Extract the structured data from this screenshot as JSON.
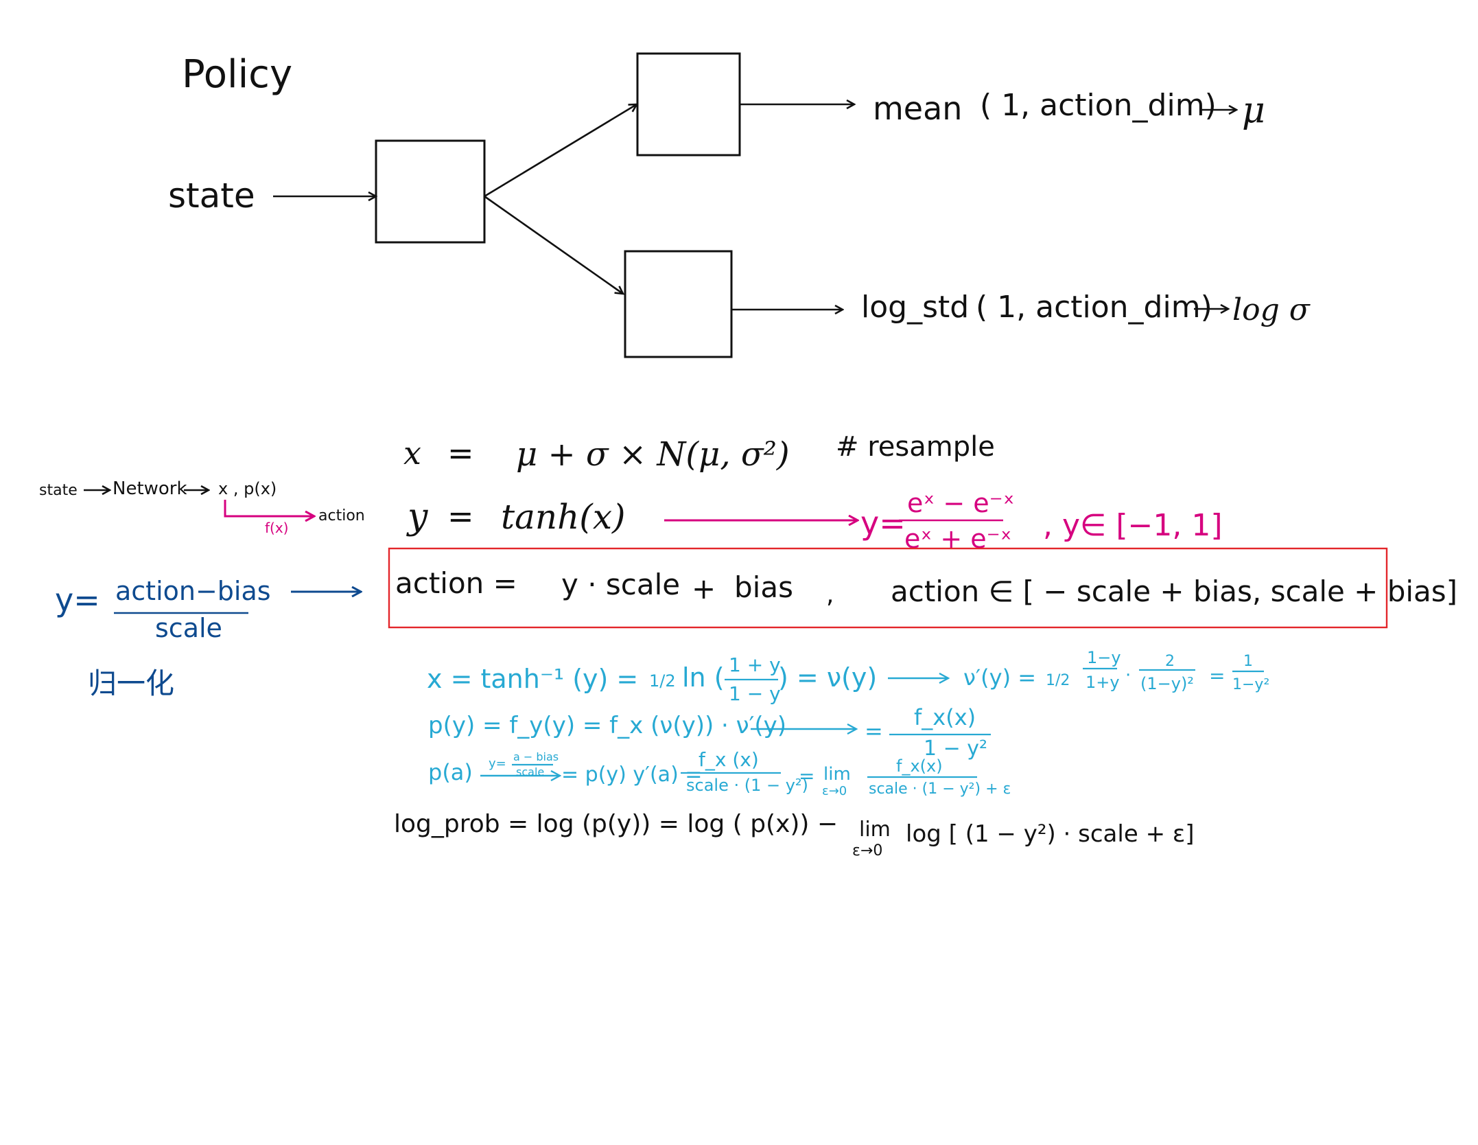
{
  "colors": {
    "ink": "#111111",
    "blue": "#27a9d3",
    "navy": "#0e4a8f",
    "magenta": "#d6007f",
    "red_box": "#e3262b"
  },
  "diagram": {
    "title": "Policy",
    "input_label": "state",
    "mean_label": "mean",
    "mean_shape": "( 1, action_dim)",
    "mean_symbol": "μ",
    "logstd_label": "log_std",
    "logstd_shape": "( 1, action_dim)",
    "logstd_symbol": "log σ"
  },
  "pipeline": {
    "state": "state",
    "network": "Network",
    "xp": "x , p(x)",
    "fx": "f(x)",
    "action": "action"
  },
  "normalize": {
    "y_eq": "y=",
    "numerator": "action−bias",
    "denominator": "scale",
    "caption": "归一化"
  },
  "equations": {
    "resample_lhs": "x",
    "resample_rhs": "μ + σ × N(μ, σ²)",
    "resample_comment": "# resample",
    "tanh_lhs": "y",
    "tanh_rhs": "tanh(x)",
    "tanh_def_y": "y=",
    "tanh_def_num": "eˣ − e⁻ˣ",
    "tanh_def_den": "eˣ + e⁻ˣ",
    "tanh_range": ", y∈ [−1, 1]",
    "action_def": "action =",
    "action_rhs_1": "y · scale",
    "action_rhs_plus": "+",
    "action_rhs_2": "bias",
    "action_comma": ",",
    "action_range": "action ∈ [ − scale + bias,  scale + bias]"
  },
  "derivation": {
    "line1_a": "x = tanh⁻¹ (y)  =",
    "line1_half": "1/2",
    "line1_ln": "ln (",
    "line1_frac_num": "1 + y",
    "line1_frac_den": "1 − y",
    "line1_b": ")  =  ν(y)",
    "line1_c": "ν′(y)  =",
    "line1_half2": "1/2",
    "line1_f1_num": "1−y",
    "line1_f1_den": "1+y",
    "line1_dot": "·",
    "line1_f2_num": "2",
    "line1_f2_den": "(1−y)²",
    "line1_eq": "=",
    "line1_f3_num": "1",
    "line1_f3_den": "1−y²",
    "line2_a": "p(y) = f_y(y) =  f_x (ν(y)) · ν′(y)",
    "line2_eq": "=",
    "line2_num": "f_x(x)",
    "line2_den": "1 − y²",
    "line3_a": "p(a)",
    "line3_sub_y": "y=",
    "line3_sub_num": "a − bias",
    "line3_sub_den": "scale",
    "line3_b": "= p(y) y′(a)  =",
    "line3_num": "f_x (x)",
    "line3_den": "scale · (1 − y²)",
    "line3_eq": "=",
    "line3_lim": "lim",
    "line3_lim_sub": "ε→0",
    "line3_num2": "f_x(x)",
    "line3_den2": "scale · (1 − y²) + ε",
    "line4_a": "log_prob  =   log (p(y))  =   log ( p(x))  −",
    "line4_lim": "lim",
    "line4_lim_sub": "ε→0",
    "line4_b": "log [ (1 − y²) · scale + ε]"
  }
}
